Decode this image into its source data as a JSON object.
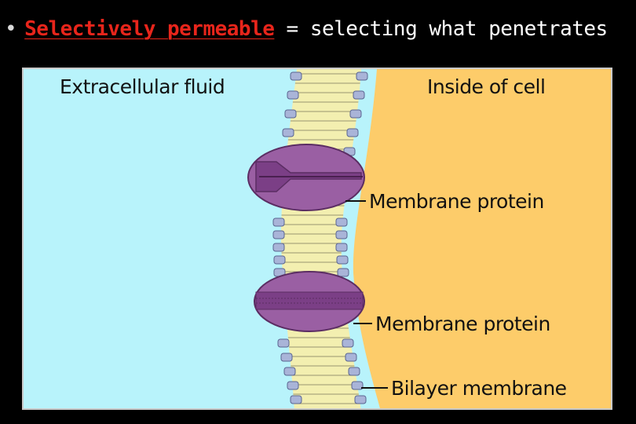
{
  "title": {
    "bullet": "•",
    "term": "Selectively permeable",
    "rest": " = selecting what penetrates"
  },
  "diagram": {
    "left_region_label": "Extracellular fluid",
    "right_region_label": "Inside of cell",
    "callouts": [
      "Membrane protein",
      "Membrane protein",
      "Bilayer membrane"
    ],
    "colors": {
      "extracellular": "#b8f3fb",
      "intracellular": "#fdcc6a",
      "protein": "#9a5fa3",
      "lipid_head": "#a9b4d8",
      "lipid_tail": "#f3efb0"
    }
  }
}
